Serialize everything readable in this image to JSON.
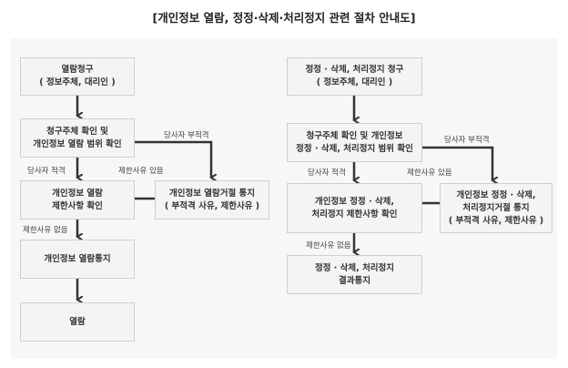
{
  "title": "[개인정보 열람, 정정·삭제·처리정지 관련 절차 안내도]",
  "left": {
    "request": [
      "열람청구",
      "( 정보주체, 대리인 )"
    ],
    "verify": [
      "청구주체 확인 및",
      "개인정보 열람 범위 확인"
    ],
    "restriction": [
      "개인정보 열람",
      "제한사항 확인"
    ],
    "refusal": [
      "개인정보 열람거절 통지",
      "( 부적격 사유, 제한사유 )"
    ],
    "notice": [
      "개인정보 열람통지"
    ],
    "view": [
      "열람"
    ],
    "labels": {
      "ineligible": "당사자 부적격",
      "eligible": "당사자 적격",
      "restricted": "제한사유 있음",
      "unrestricted": "제한사유 없음"
    }
  },
  "right": {
    "request": [
      "정정 · 삭제, 처리정지 청구",
      "( 정보주체, 대리인 )"
    ],
    "verify": [
      "청구주체 확인 및 개인정보",
      "정정 · 삭제, 처리정지 범위 확인"
    ],
    "restriction": [
      "개인정보 정정 · 삭제,",
      "처리정지 제한사항 확인"
    ],
    "refusal": [
      "개인정보 정정 · 삭제,",
      "처리정지거절 통지",
      "( 부적격 사유, 제한사유 )"
    ],
    "result": [
      "정정 · 삭제, 처리정지",
      "결과통지"
    ],
    "labels": {
      "ineligible": "당사자 부적격",
      "eligible": "당사자 적격",
      "restricted": "제한사유 있음",
      "unrestricted": "제한사유 없음"
    }
  }
}
